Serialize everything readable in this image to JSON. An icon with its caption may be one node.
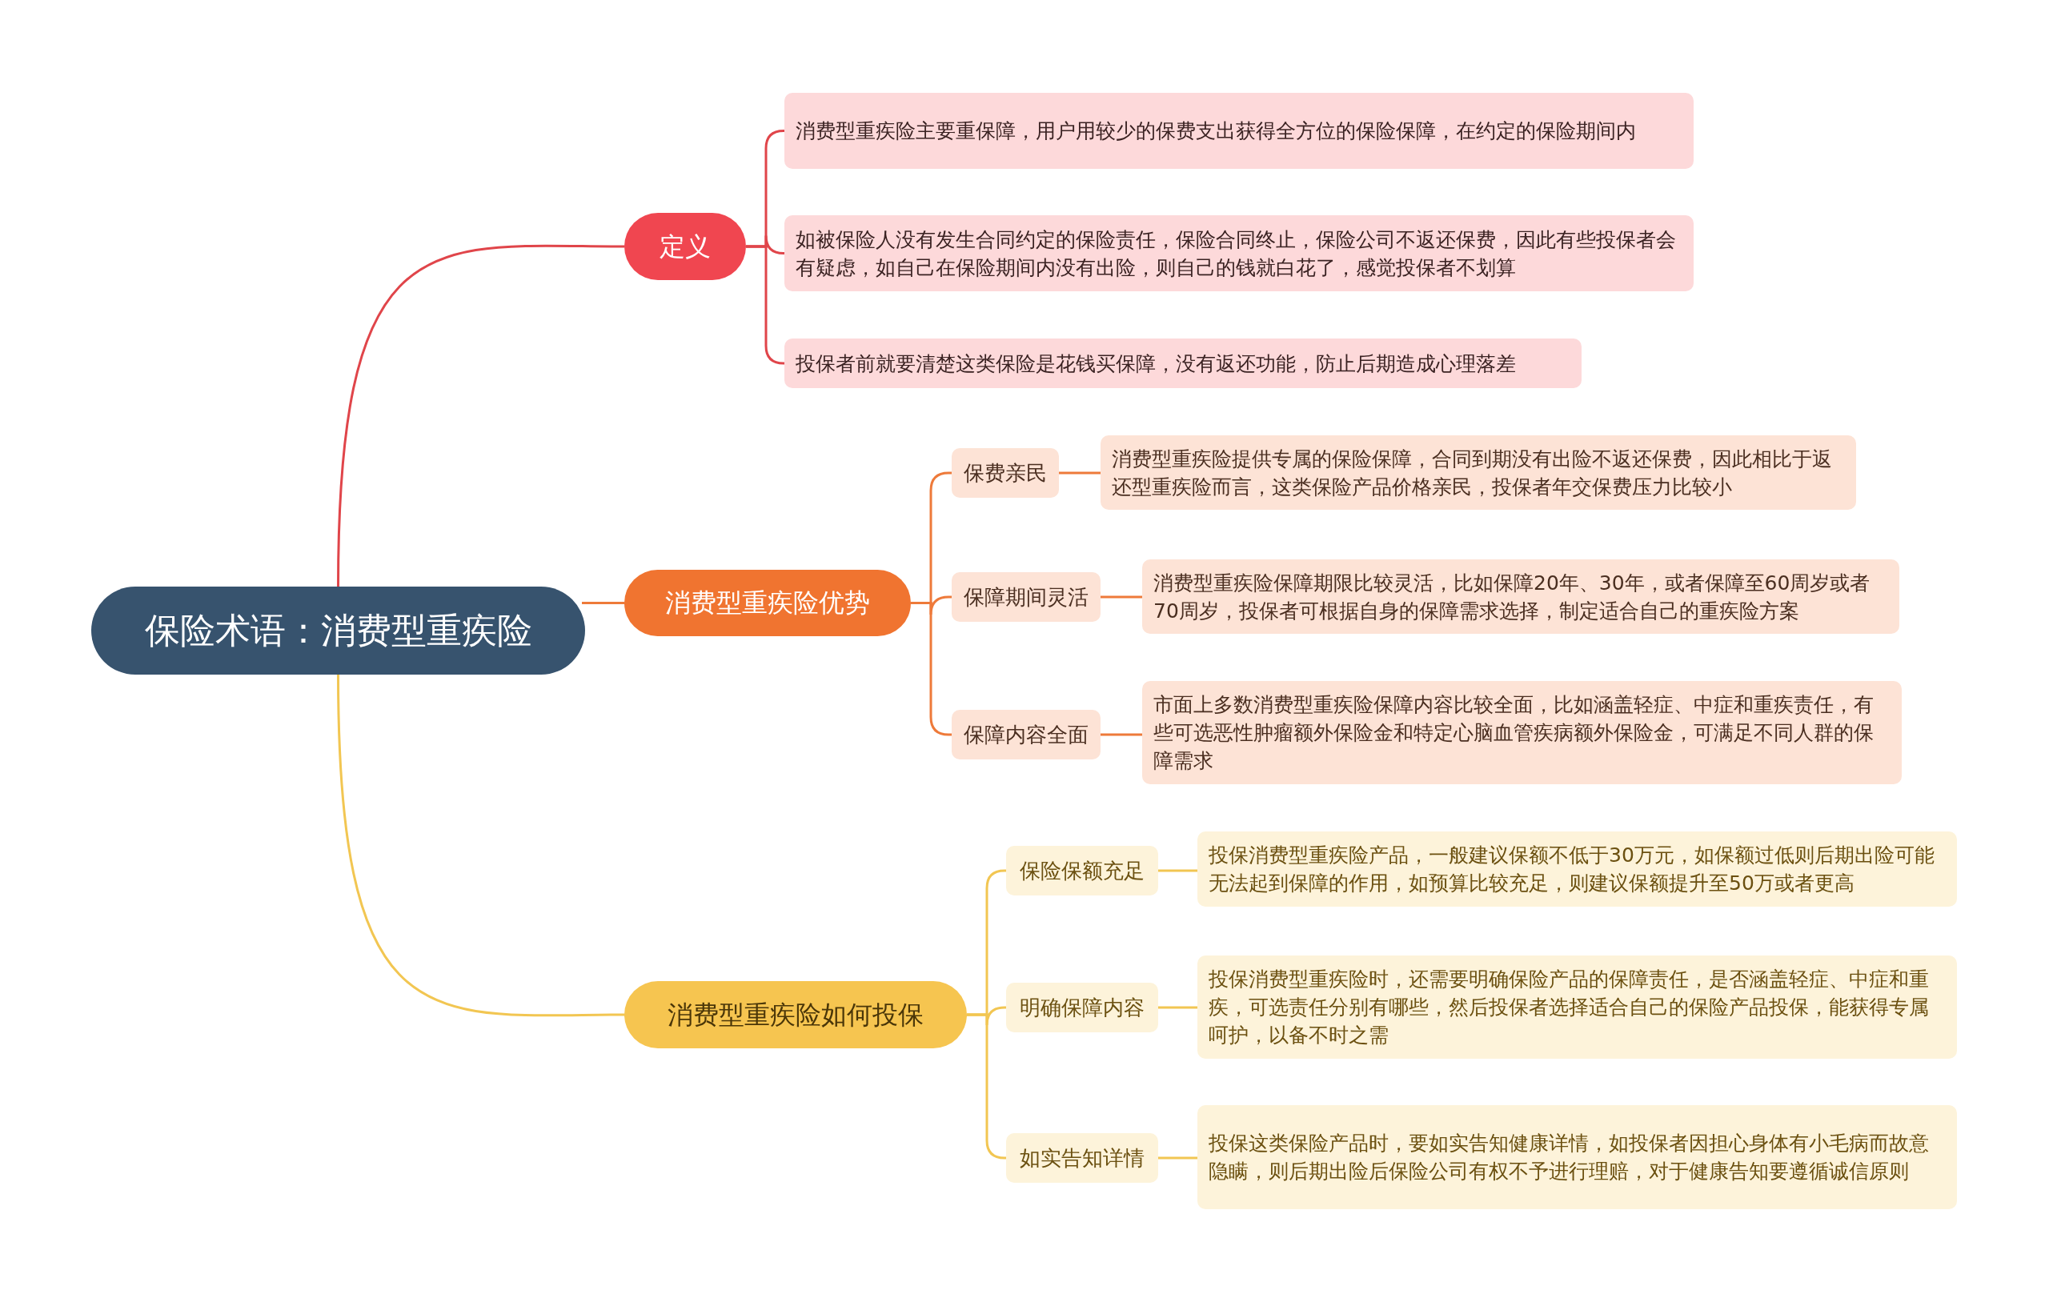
{
  "diagram": {
    "nodes": [
      {
        "text": [
          "保险术语：消费型重疾险"
        ]
      },
      {
        "text": [
          "定义"
        ]
      },
      {
        "text": [
          "消费型重疾险主要重保障，用户用较少的保费支出获得全方位的保险保障，在约定的保险期间内"
        ]
      },
      {
        "text": [
          "如被保险人没有发生合同约定的保险责任，保险合同终止，保险公司不返还保费，因此有些投保者会有疑虑，如自己在保险期间内没有出险，则自己的钱就白花了，感觉投保者不划算"
        ]
      },
      {
        "text": [
          "投保者前就要清楚这类保险是花钱买保障，没有返还功能，防止后期造成心理落差"
        ]
      },
      {
        "text": [
          "消费型重疾险优势"
        ]
      },
      {
        "text": [
          "保费亲民"
        ]
      },
      {
        "text": [
          "消费型重疾险提供专属的保险保障，合同到期没有出险不返还保费，因此相比于返还型重疾险而言，这类保险产品价格亲民，投保者年交保费压力比较小"
        ]
      },
      {
        "text": [
          "保障期间灵活"
        ]
      },
      {
        "text": [
          "消费型重疾险保障期限比较灵活，比如保障20年、30年，或者保障至60周岁或者70周岁，投保者可根据自身的保障需求选择，制定适合自己的重疾险方案"
        ]
      },
      {
        "text": [
          "保障内容全面"
        ]
      },
      {
        "text": [
          "市面上多数消费型重疾险保障内容比较全面，比如涵盖轻症、中症和重疾责任，有些可选恶性肿瘤额外保险金和特定心脑血管疾病额外保险金，可满足不同人群的保障需求"
        ]
      },
      {
        "text": [
          "消费型重疾险如何投保"
        ]
      },
      {
        "text": [
          "保险保额充足"
        ]
      },
      {
        "text": [
          "投保消费型重疾险产品，一般建议保额不低于30万元，如保额过低则后期出险可能无法起到保障的作用，如预算比较充足，则建议保额提升至50万或者更高"
        ]
      },
      {
        "text": [
          "明确保障内容"
        ]
      },
      {
        "text": [
          "投保消费型重疾险时，还需要明确保险产品的保障责任，是否涵盖轻症、中症和重疾，可选责任分别有哪些，然后投保者选择适合自己的保险产品投保，能获得专属呵护，以备不时之需"
        ]
      },
      {
        "text": [
          "如实告知详情"
        ]
      },
      {
        "text": [
          "投保这类保险产品时，要如实告知健康详情，如投保者因担心身体有小毛病而故意隐瞒，则后期出险后保险公司有权不予进行理赔，对于健康告知要遵循诚信原则"
        ]
      }
    ],
    "edges": [
      {
        "from": 0,
        "to": 1,
        "arrow": "none",
        "color": "#e0454a"
      },
      {
        "from": 1,
        "to": 2,
        "arrow": "none",
        "color": "#e0454a"
      },
      {
        "from": 1,
        "to": 3,
        "arrow": "none",
        "color": "#e0454a"
      },
      {
        "from": 1,
        "to": 4,
        "arrow": "none",
        "color": "#e0454a"
      },
      {
        "from": 0,
        "to": 5,
        "arrow": "none",
        "color": "#ee7a3a"
      },
      {
        "from": 5,
        "to": 6,
        "arrow": "none",
        "color": "#ee7a3a"
      },
      {
        "from": 6,
        "to": 7,
        "arrow": "none",
        "color": "#ee7a3a"
      },
      {
        "from": 5,
        "to": 8,
        "arrow": "none",
        "color": "#ee7a3a"
      },
      {
        "from": 8,
        "to": 9,
        "arrow": "none",
        "color": "#ee7a3a"
      },
      {
        "from": 5,
        "to": 10,
        "arrow": "none",
        "color": "#ee7a3a"
      },
      {
        "from": 10,
        "to": 11,
        "arrow": "none",
        "color": "#ee7a3a"
      },
      {
        "from": 0,
        "to": 12,
        "arrow": "none",
        "color": "#f2c652"
      },
      {
        "from": 12,
        "to": 13,
        "arrow": "none",
        "color": "#f2c652"
      },
      {
        "from": 13,
        "to": 14,
        "arrow": "none",
        "color": "#f2c652"
      },
      {
        "from": 12,
        "to": 15,
        "arrow": "none",
        "color": "#f2c652"
      },
      {
        "from": 15,
        "to": 16,
        "arrow": "none",
        "color": "#f2c652"
      },
      {
        "from": 12,
        "to": 17,
        "arrow": "none",
        "color": "#f2c652"
      },
      {
        "from": 17,
        "to": 18,
        "arrow": "none",
        "color": "#f2c652"
      }
    ]
  }
}
